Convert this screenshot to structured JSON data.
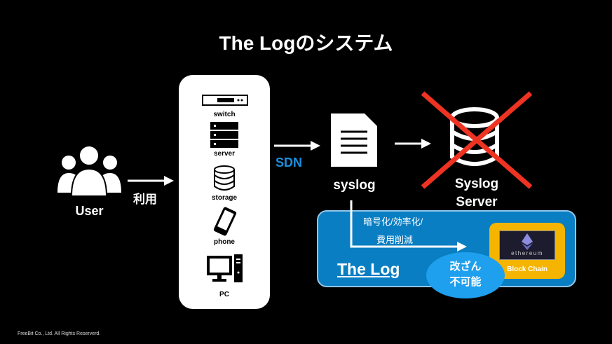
{
  "title": "The Logのシステム",
  "user": {
    "label": "User",
    "arrow_label": "利用"
  },
  "devices": [
    {
      "label": "switch",
      "icon": "switch-icon"
    },
    {
      "label": "server",
      "icon": "server-icon"
    },
    {
      "label": "storage",
      "icon": "storage-icon"
    },
    {
      "label": "phone",
      "icon": "phone-icon"
    },
    {
      "label": "PC",
      "icon": "pc-icon"
    }
  ],
  "sdn_label": "SDN",
  "syslog_label": "syslog",
  "syslog_server": {
    "line1": "Syslog",
    "line2": "Server",
    "crossed_out": true
  },
  "thelog": {
    "title": "The Log",
    "benefit_line1": "暗号化/効率化/",
    "benefit_line2": "費用削減",
    "tamper_line1": "改ざん",
    "tamper_line2": "不可能",
    "ethereum": "ethereum",
    "blockchain": "Block Chain"
  },
  "footer": "FreeBit Co., Ltd. All Rights Reserverd.",
  "colors": {
    "accent_blue": "#1a8fe0",
    "box_blue": "#0a7ec2",
    "yellow": "#f4b400",
    "cross_red": "#ee3322"
  }
}
